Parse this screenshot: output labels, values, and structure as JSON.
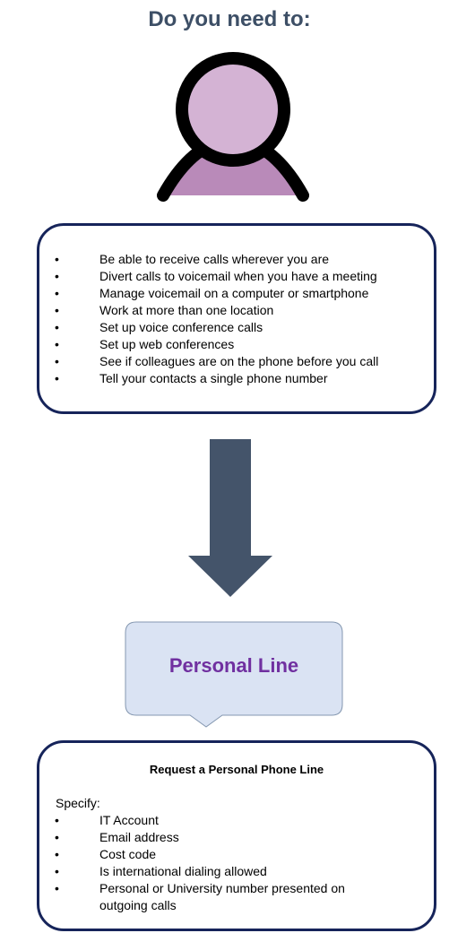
{
  "title": "Do you need to:",
  "needs": [
    "Be able to receive calls wherever you are",
    "Divert calls to voicemail when you have a meeting",
    "Manage voicemail on a computer or smartphone",
    "Work at more than one location",
    "Set up voice conference calls",
    "Set up web conferences",
    "See if colleagues are on the phone before you call",
    "Tell your contacts a single phone number"
  ],
  "callout": {
    "label": "Personal Line"
  },
  "request": {
    "title": "Request a Personal Phone Line",
    "specify_label": "Specify:",
    "items": [
      "IT Account",
      "Email address",
      "Cost code",
      "Is international dialing allowed",
      "Personal or University number presented on outgoing calls"
    ]
  },
  "bullet_char": "•",
  "colors": {
    "title": "#3d4f66",
    "person_fill": "#d4b3d4",
    "person_body": "#b98ab9",
    "box_border": "#16245a",
    "arrow": "#44546a",
    "callout_fill": "#dae3f3",
    "callout_border": "#8497b0",
    "callout_text": "#7030a0"
  }
}
